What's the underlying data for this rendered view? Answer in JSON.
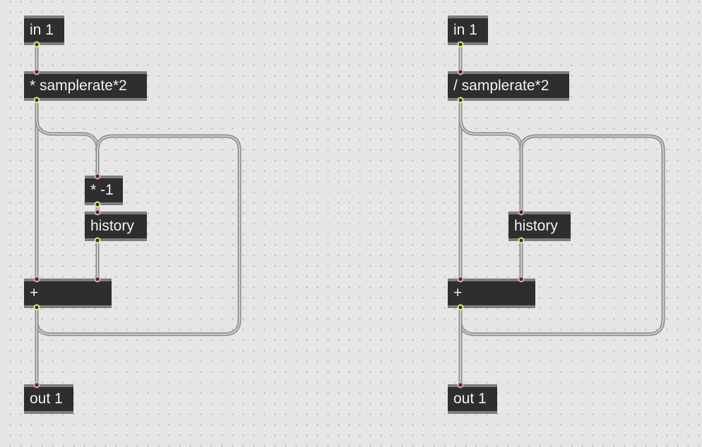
{
  "left_patch": {
    "in_label": "in 1",
    "op_label": "* samplerate*2",
    "neg_label": "* -1",
    "history_label": "history",
    "plus_label": "+",
    "out_label": "out 1"
  },
  "right_patch": {
    "in_label": "in 1",
    "op_label": "/ samplerate*2",
    "history_label": "history",
    "plus_label": "+",
    "out_label": "out 1"
  },
  "colors": {
    "canvas_background": "#e6e6e6",
    "object_fill": "#2e2e2e",
    "object_border": "#7d7d7d",
    "object_text": "#f2f2f2",
    "patch_cord": "#9a9a9a",
    "inlet": "#e5a8a8",
    "outlet": "#e4e690"
  }
}
